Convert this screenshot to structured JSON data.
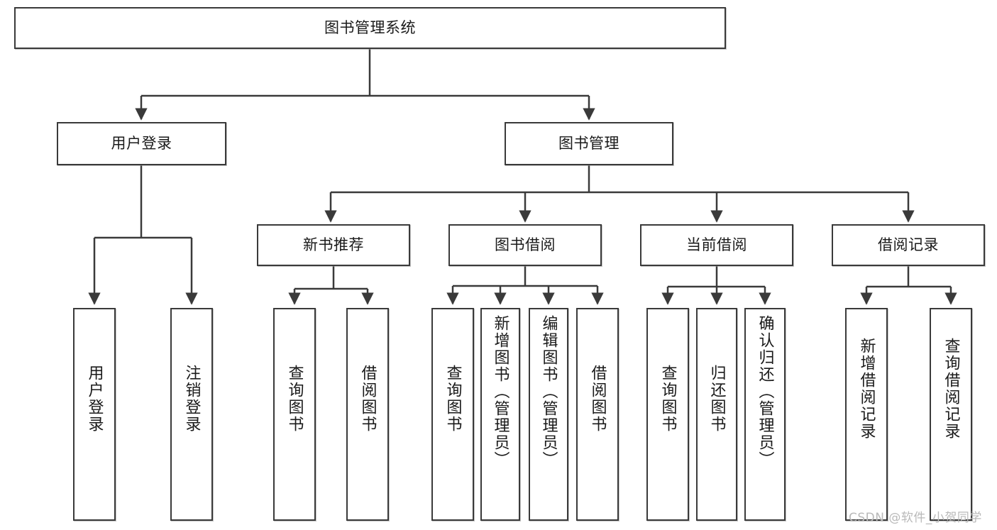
{
  "diagram": {
    "title": "图书管理系统",
    "type": "tree-hierarchy",
    "root": {
      "id": "root",
      "label": "图书管理系统"
    },
    "level2": [
      {
        "id": "user-login",
        "label": "用户登录"
      },
      {
        "id": "book-manage",
        "label": "图书管理"
      }
    ],
    "level3": [
      {
        "id": "new-book-rec",
        "label": "新书推荐",
        "parent": "book-manage"
      },
      {
        "id": "book-borrow",
        "label": "图书借阅",
        "parent": "book-manage"
      },
      {
        "id": "current-borrow",
        "label": "当前借阅",
        "parent": "book-manage"
      },
      {
        "id": "borrow-record",
        "label": "借阅记录",
        "parent": "book-manage"
      }
    ],
    "leaves": [
      {
        "id": "leaf-user-login",
        "label": "用户登录",
        "parent": "user-login"
      },
      {
        "id": "leaf-logout",
        "label": "注销登录",
        "parent": "user-login"
      },
      {
        "id": "leaf-query-book-1",
        "label": "查询图书",
        "parent": "new-book-rec"
      },
      {
        "id": "leaf-borrow-book-1",
        "label": "借阅图书",
        "parent": "new-book-rec"
      },
      {
        "id": "leaf-query-book-2",
        "label": "查询图书",
        "parent": "book-borrow"
      },
      {
        "id": "leaf-add-book",
        "label": "新增图书（管理员）",
        "parent": "book-borrow"
      },
      {
        "id": "leaf-edit-book",
        "label": "编辑图书（管理员）",
        "parent": "book-borrow"
      },
      {
        "id": "leaf-borrow-book-2",
        "label": "借阅图书",
        "parent": "book-borrow"
      },
      {
        "id": "leaf-query-book-3",
        "label": "查询图书",
        "parent": "current-borrow"
      },
      {
        "id": "leaf-return-book",
        "label": "归还图书",
        "parent": "current-borrow"
      },
      {
        "id": "leaf-confirm-return",
        "label": "确认归还（管理员）",
        "parent": "current-borrow"
      },
      {
        "id": "leaf-add-record",
        "label": "新增借阅记录",
        "parent": "borrow-record"
      },
      {
        "id": "leaf-query-record",
        "label": "查询借阅记录",
        "parent": "borrow-record"
      }
    ],
    "watermark": "CSDN @软件_小贺同学",
    "colors": {
      "stroke": "#3a3a3a",
      "text": "#1a1a1a",
      "background": "#ffffff",
      "watermark": "#b9b9b9"
    }
  }
}
